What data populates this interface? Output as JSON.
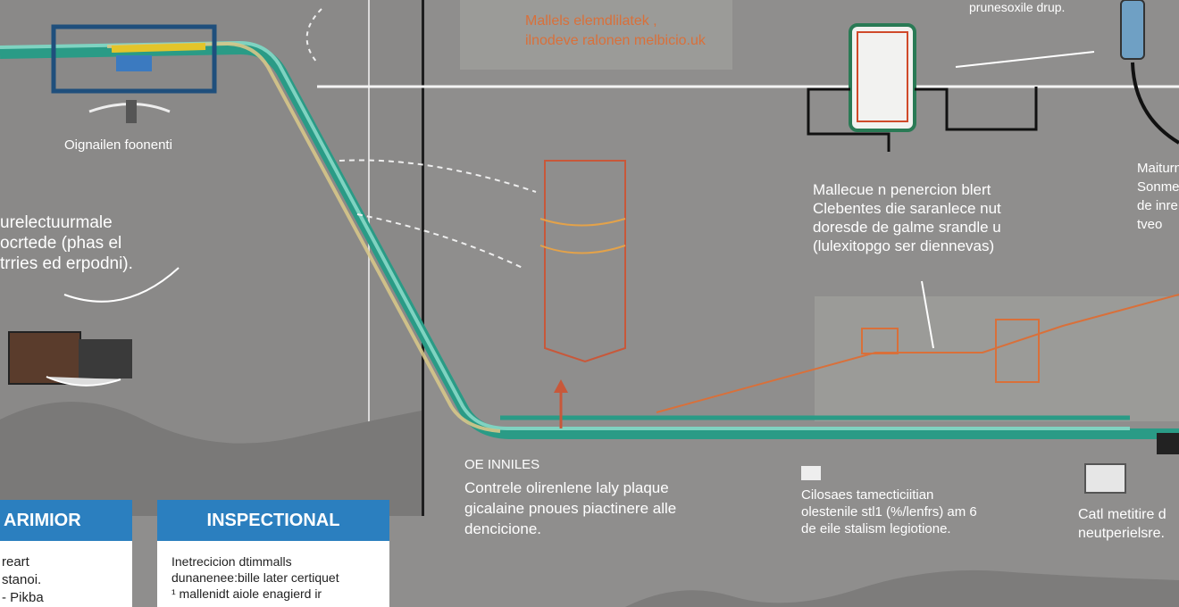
{
  "labels": {
    "top_left_caption": "Oignailen foonenti",
    "left_block": [
      "urelectuurmale",
      "ocrtede (phas el",
      "trries ed erpodni)."
    ],
    "top_center_box": [
      "Mallels elemdlilatek ,",
      "ilnodeve ralonen melbicio.uk"
    ],
    "top_right_caption": "prunesoxile drup.",
    "right_mid_block": [
      "Mallecue n penercion blert",
      "Clebentes die saranlece nut",
      "doresde de galme srandle u",
      "(lulexitopgo ser diennevas)"
    ],
    "far_right_block": [
      "Maiturn",
      "Sonmeo",
      "de inre",
      "tveo"
    ],
    "bottom_center_heading": "OE INNILES",
    "bottom_center_block": [
      "Contrele olirenlene laly plaque",
      "gicalaine pnoues piactinere alle",
      "dencicione."
    ],
    "bottom_right_block": [
      "Cilosaes tamecticiitian",
      "olestenile stl1 (%/lenfrs) am 6",
      "de eile stalism legiotione."
    ],
    "far_bottom_right_block": [
      "Catl metitire d",
      "neutperielsre."
    ]
  },
  "cards": [
    {
      "title": "ARIMIOR",
      "lines": [
        "reart",
        "stanoi.",
        "- Pikba"
      ]
    },
    {
      "title": "INSPECTIONAL",
      "lines": [
        "Inetrecicion dtimmalls",
        "dunanenee:bille later certiquet",
        "¹ mallenidt aiole enagierd ir"
      ]
    }
  ],
  "colors": {
    "background": "#8f8e8d",
    "pipe": "#2a9b86",
    "pipe_light": "#7fd3c1",
    "accent_orange": "#c8583a",
    "card_header": "#2b7fbf",
    "yellow": "#e3c52a"
  }
}
